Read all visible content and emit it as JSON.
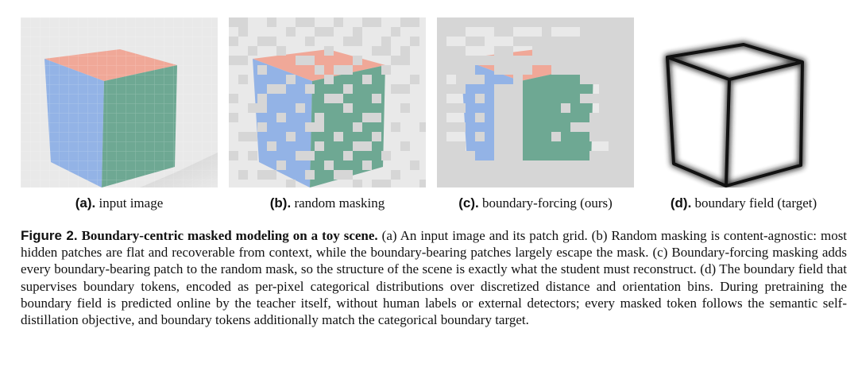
{
  "panels": [
    {
      "tag": "(a).",
      "label": "input image"
    },
    {
      "tag": "(b).",
      "label": "random masking"
    },
    {
      "tag": "(c).",
      "label": "boundary-forcing (ours)"
    },
    {
      "tag": "(d).",
      "label": "boundary field (target)"
    }
  ],
  "caption": {
    "figure_label": "Figure 2.",
    "title": "Boundary-centric masked modeling on a toy scene.",
    "body": "(a) An input image and its patch grid. (b) Random masking is content-agnostic: most hidden patches are flat and recoverable from context, while the boundary-bearing patches largely escape the mask. (c) Boundary-forcing masking adds every boundary-bearing patch to the random mask, so the structure of the scene is exactly what the student must reconstruct. (d) The boundary field that supervises boundary tokens, encoded as per-pixel categorical distributions over discretized distance and orientation bins. During pretraining the boundary field is predicted online by the teacher itself, without human labels or external detectors; every masked token follows the semantic self-distillation objective, and boundary tokens additionally match the categorical boundary target."
  },
  "colors": {
    "top_face": "#f0a898",
    "left_face": "#93b3e6",
    "right_face": "#6ea893",
    "background": "#e9e9e9",
    "mask_patch": "#d6d6d6",
    "edge": "#111111"
  }
}
